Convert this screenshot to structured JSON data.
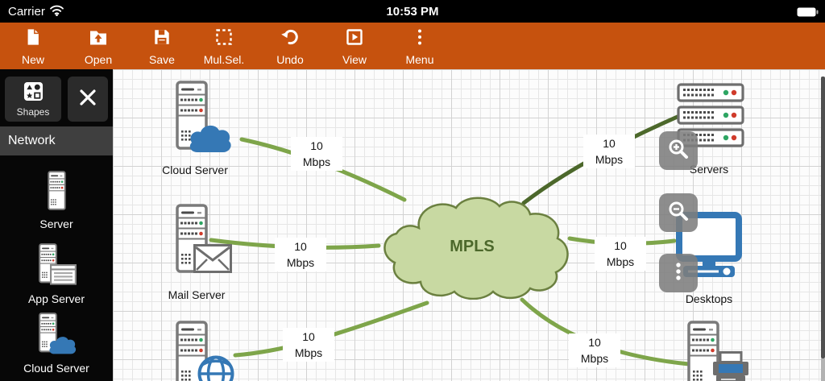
{
  "status_bar": {
    "carrier": "Carrier",
    "time": "10:53 PM",
    "icons": [
      "wifi-icon",
      "battery-icon"
    ]
  },
  "toolbar": {
    "items": [
      {
        "label": "New",
        "icon": "new-file-icon"
      },
      {
        "label": "Open",
        "icon": "open-file-icon"
      },
      {
        "label": "Save",
        "icon": "save-icon"
      },
      {
        "label": "Mul.Sel.",
        "icon": "multi-select-icon"
      },
      {
        "label": "Undo",
        "icon": "undo-icon"
      },
      {
        "label": "View",
        "icon": "view-icon"
      },
      {
        "label": "Menu",
        "icon": "overflow-menu-icon"
      }
    ]
  },
  "sidebar": {
    "shapes_button_label": "Shapes",
    "close_button_icon": "close-icon",
    "category_header": "Network",
    "shape_items": [
      {
        "label": "Server"
      },
      {
        "label": "App Server"
      },
      {
        "label": "Cloud Server"
      }
    ]
  },
  "diagram": {
    "nodes": [
      {
        "id": "cloud-server",
        "label": "Cloud Server"
      },
      {
        "id": "mail-server",
        "label": "Mail Server"
      },
      {
        "id": "web-server",
        "label": ""
      },
      {
        "id": "mpls-cloud",
        "label": "MPLS"
      },
      {
        "id": "servers",
        "label": "Servers"
      },
      {
        "id": "desktops",
        "label": "Desktops"
      },
      {
        "id": "printer-server",
        "label": ""
      }
    ],
    "links": [
      {
        "from": "cloud-server",
        "to": "mpls-cloud",
        "value": "10",
        "unit": "Mbps"
      },
      {
        "from": "mail-server",
        "to": "mpls-cloud",
        "value": "10",
        "unit": "Mbps"
      },
      {
        "from": "web-server",
        "to": "mpls-cloud",
        "value": "10",
        "unit": "Mbps"
      },
      {
        "from": "mpls-cloud",
        "to": "servers",
        "value": "10",
        "unit": "Mbps"
      },
      {
        "from": "mpls-cloud",
        "to": "desktops",
        "value": "10",
        "unit": "Mbps"
      },
      {
        "from": "mpls-cloud",
        "to": "printer-server",
        "value": "10",
        "unit": "Mbps"
      }
    ]
  },
  "zoom_controls": {
    "buttons": [
      {
        "icon": "zoom-in-icon"
      },
      {
        "icon": "zoom-out-icon"
      },
      {
        "icon": "more-options-icon"
      }
    ]
  },
  "colors": {
    "toolbar_orange": "#C6520E",
    "line_green_light": "#7EA54A",
    "line_green_dark": "#4C682B",
    "mpls_fill": "#C8D9A2",
    "mpls_stroke": "#6B8040",
    "mpls_text": "#4C682B",
    "device_blue": "#3578B5",
    "led_green": "#2EA563",
    "led_red": "#D03B2B"
  }
}
